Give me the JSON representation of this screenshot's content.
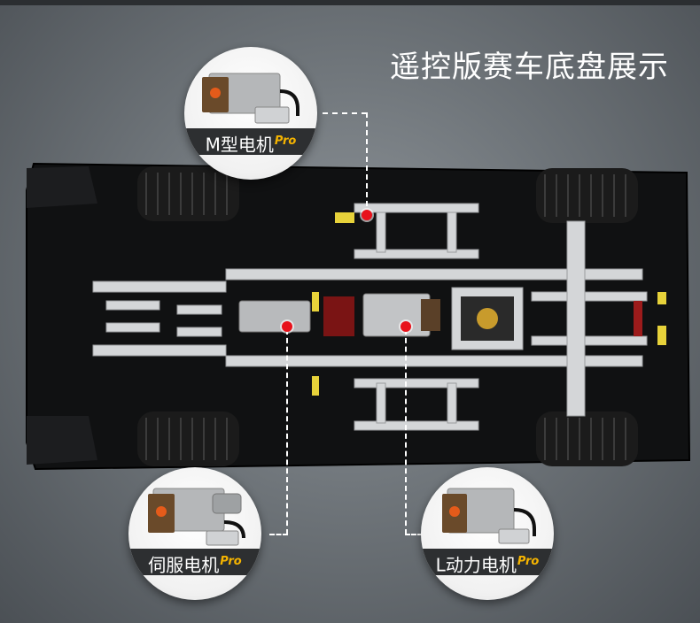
{
  "title": "遥控版赛车底盘展示",
  "callouts": [
    {
      "label": "M型电机",
      "badge": "Pro"
    },
    {
      "label": "伺服电机",
      "badge": "Pro"
    },
    {
      "label": "L动力电机",
      "badge": "Pro"
    }
  ],
  "colors": {
    "marker": "#e8121b",
    "badge": "#f5b400",
    "label_bg": "#2d2f31"
  }
}
